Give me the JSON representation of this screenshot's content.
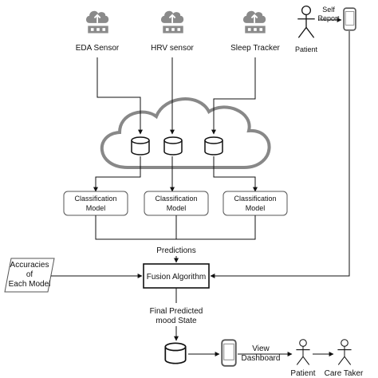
{
  "sensors": [
    {
      "label": "EDA Sensor"
    },
    {
      "label": "HRV sensor"
    },
    {
      "label": "Sleep Tracker"
    }
  ],
  "patient_top": {
    "label": "Patient"
  },
  "self_report": {
    "line1": "Self",
    "line2": "Report"
  },
  "classification_models": [
    {
      "line1": "Classification",
      "line2": "Model"
    },
    {
      "line1": "Classification",
      "line2": "Model"
    },
    {
      "line1": "Classification",
      "line2": "Model"
    }
  ],
  "predictions_label": "Predictions",
  "accuracies": {
    "line1": "Accuracies",
    "line2": "of",
    "line3": "Each Model"
  },
  "fusion_label": "Fusion Algorithm",
  "final_state": {
    "line1": "Final Predicted",
    "line2": "mood State"
  },
  "view_dashboard": {
    "line1": "View",
    "line2": "Dashboard"
  },
  "bottom_actors": [
    {
      "label": "Patient"
    },
    {
      "label": "Care Taker"
    }
  ]
}
